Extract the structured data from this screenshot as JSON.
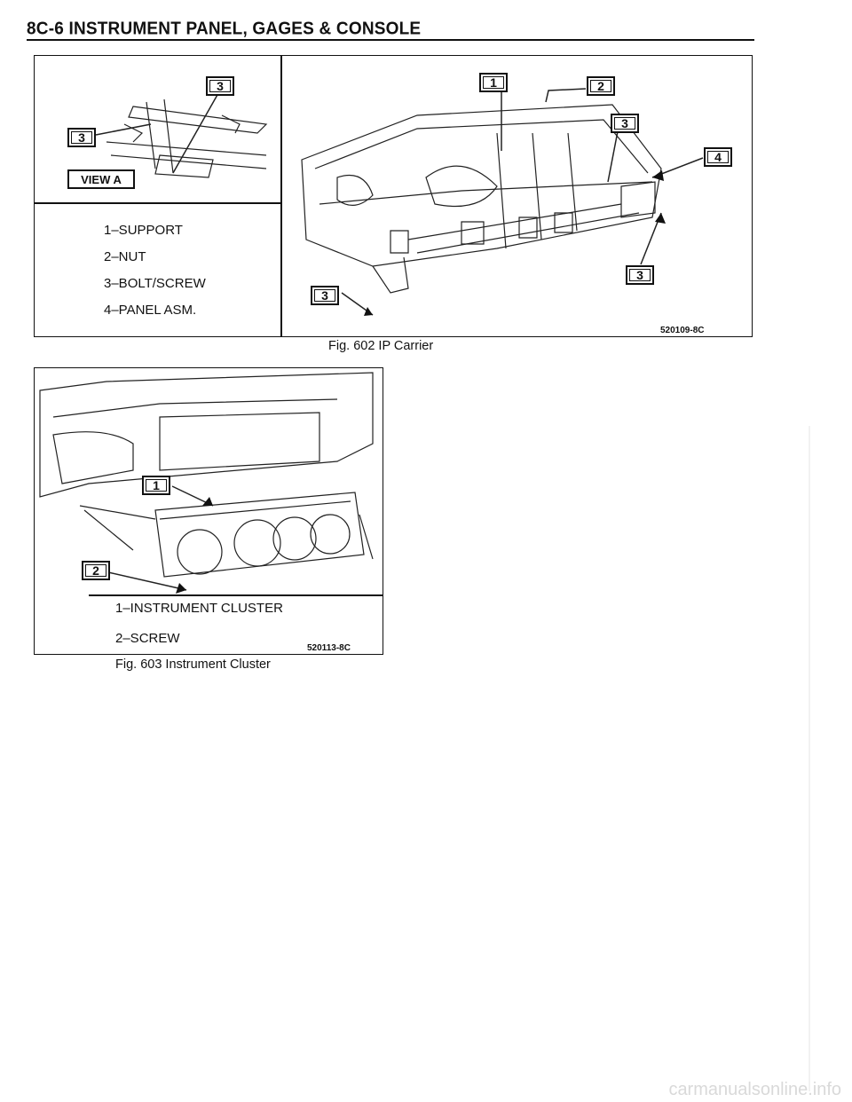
{
  "page": {
    "header": "8C-6 INSTRUMENT PANEL, GAGES & CONSOLE"
  },
  "figure_602": {
    "view_label": "VIEW A",
    "legend": [
      "1–SUPPORT",
      "2–NUT",
      "3–BOLT/SCREW",
      "4–PANEL ASM."
    ],
    "callouts": [
      "3",
      "3",
      "1",
      "2",
      "3",
      "4",
      "3",
      "3"
    ],
    "ref_code": "520109-8C",
    "caption": "Fig. 602 IP Carrier"
  },
  "figure_603": {
    "legend": [
      "1–INSTRUMENT CLUSTER",
      "2–SCREW"
    ],
    "callouts": [
      "1",
      "2"
    ],
    "ref_code": "520113-8C",
    "caption": "Fig. 603 Instrument Cluster"
  },
  "watermark": "carmanualsonline.info"
}
